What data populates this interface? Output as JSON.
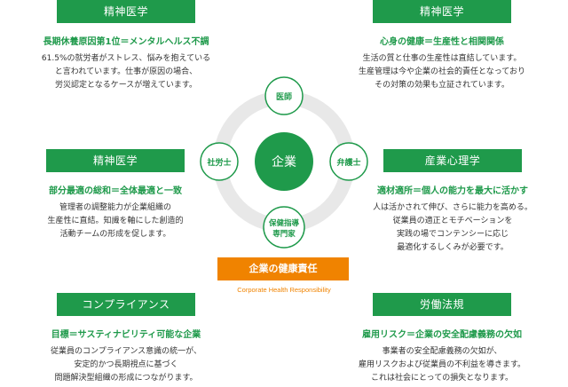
{
  "colors": {
    "green": "#1f9a4b",
    "orange": "#f08300",
    "ring": "#e8e8e8"
  },
  "blocks": {
    "top_left": {
      "label": "精神医学",
      "heading": "長期休養原因第1位＝メンタルヘルス不調",
      "lines": [
        "61.5%の就労者がストレス、悩みを抱えている",
        "と言われています。仕事が原因の場合、",
        "労災認定となるケースが増えています。"
      ]
    },
    "top_right": {
      "label": "精神医学",
      "heading": "心身の健康＝生産性と相関関係",
      "lines": [
        "生活の質と仕事の生産性は直結しています。",
        "生産管理は今や企業の社会的責任となっており",
        "その対策の効果も立証されています。"
      ]
    },
    "mid_left": {
      "label": "精神医学",
      "heading": "部分最適の総和＝全体最適と一致",
      "lines": [
        "管理者の調整能力が企業組織の",
        "生産性に直結。知識を軸にした創造的",
        "活動チームの形成を促します。"
      ]
    },
    "mid_right": {
      "label": "産業心理学",
      "heading": "適材適所＝個人の能力を最大に活かす",
      "lines": [
        "人は活かされて伸び、さらに能力を高める。",
        "従業員の適正とモチベーションを",
        "実践の場でコンテンシーに応じ",
        "最適化するしくみが必要です。"
      ]
    },
    "bottom_left": {
      "label": "コンプライアンス",
      "heading": "目標＝サスティナビリティ可能な企業",
      "lines": [
        "従業員のコンプライアンス意識の統一が、",
        "安定的かつ長期視点に基づく",
        "問題解決型組織の形成につながります。"
      ]
    },
    "bottom_right": {
      "label": "労働法規",
      "heading": "雇用リスク＝企業の安全配慮義務の欠如",
      "lines": [
        "事業者の安全配慮義務の欠如が、",
        "雇用リスクおよび従業員の不利益を導きます。",
        "これは社会にとっての損失となります。"
      ]
    }
  },
  "diagram": {
    "center": "企業",
    "nodes": {
      "top": "医師",
      "left": "社労士",
      "right": "弁護士",
      "bottom_line1": "保健指導",
      "bottom_line2": "専門家"
    }
  },
  "responsibility": {
    "title": "企業の健康責任",
    "subtitle": "Corporate Health Responsibility"
  }
}
